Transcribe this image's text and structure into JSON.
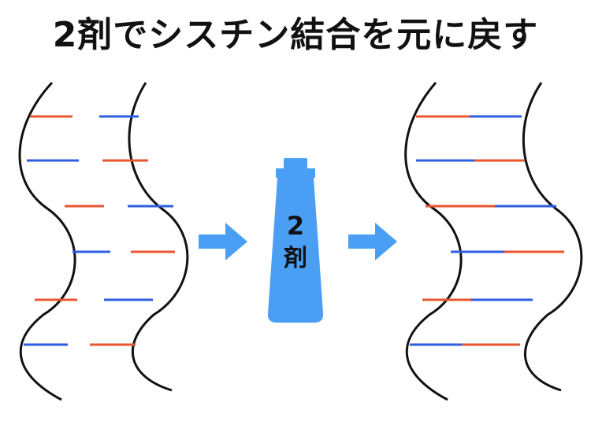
{
  "title": "2剤でシスチン結合を元に戻す",
  "tube": {
    "label_line1": "2",
    "label_line2": "剤",
    "color": "#4a9ff5"
  },
  "colors": {
    "strand": "#111111",
    "bond_red": "#e8552f",
    "bond_blue": "#2e5ee0",
    "arrow": "#4a9ff5"
  },
  "left_bonds": [
    {
      "left": "red",
      "right": "blue"
    },
    {
      "left": "blue",
      "right": "red"
    },
    {
      "left": "red",
      "right": "blue"
    },
    {
      "left": "blue",
      "right": "red"
    },
    {
      "left": "red",
      "right": "blue"
    },
    {
      "left": "blue",
      "right": "red"
    }
  ],
  "right_bonds": [
    {
      "left": "red",
      "right": "blue"
    },
    {
      "left": "blue",
      "right": "red"
    },
    {
      "left": "red",
      "right": "blue"
    },
    {
      "left": "blue",
      "right": "red"
    },
    {
      "left": "red",
      "right": "blue"
    },
    {
      "left": "blue",
      "right": "red"
    }
  ]
}
